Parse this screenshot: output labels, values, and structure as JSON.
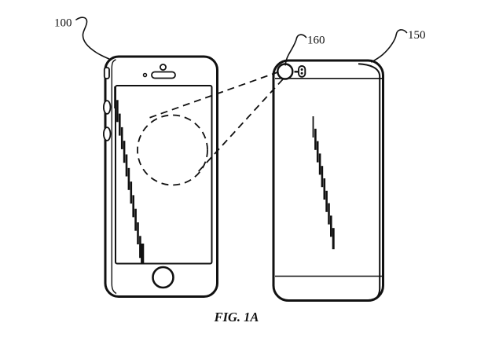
{
  "figure": {
    "caption": "FIG. 1A",
    "ref_labels": {
      "front_device": "100",
      "rear_device": "150",
      "rear_camera": "160"
    }
  },
  "icons": {
    "front_camera": "front-camera-icon",
    "earpiece_speaker": "earpiece-speaker-icon",
    "proximity_sensor": "proximity-sensor-icon",
    "home_button": "home-button-icon",
    "mute_switch": "mute-switch-icon",
    "volume_buttons": "volume-button-icon",
    "rear_camera": "rear-camera-icon",
    "rear_microphone": "rear-microphone-icon",
    "rear_flash": "rear-flash-icon"
  },
  "colors": {
    "line": "#111111",
    "background": "#ffffff"
  }
}
